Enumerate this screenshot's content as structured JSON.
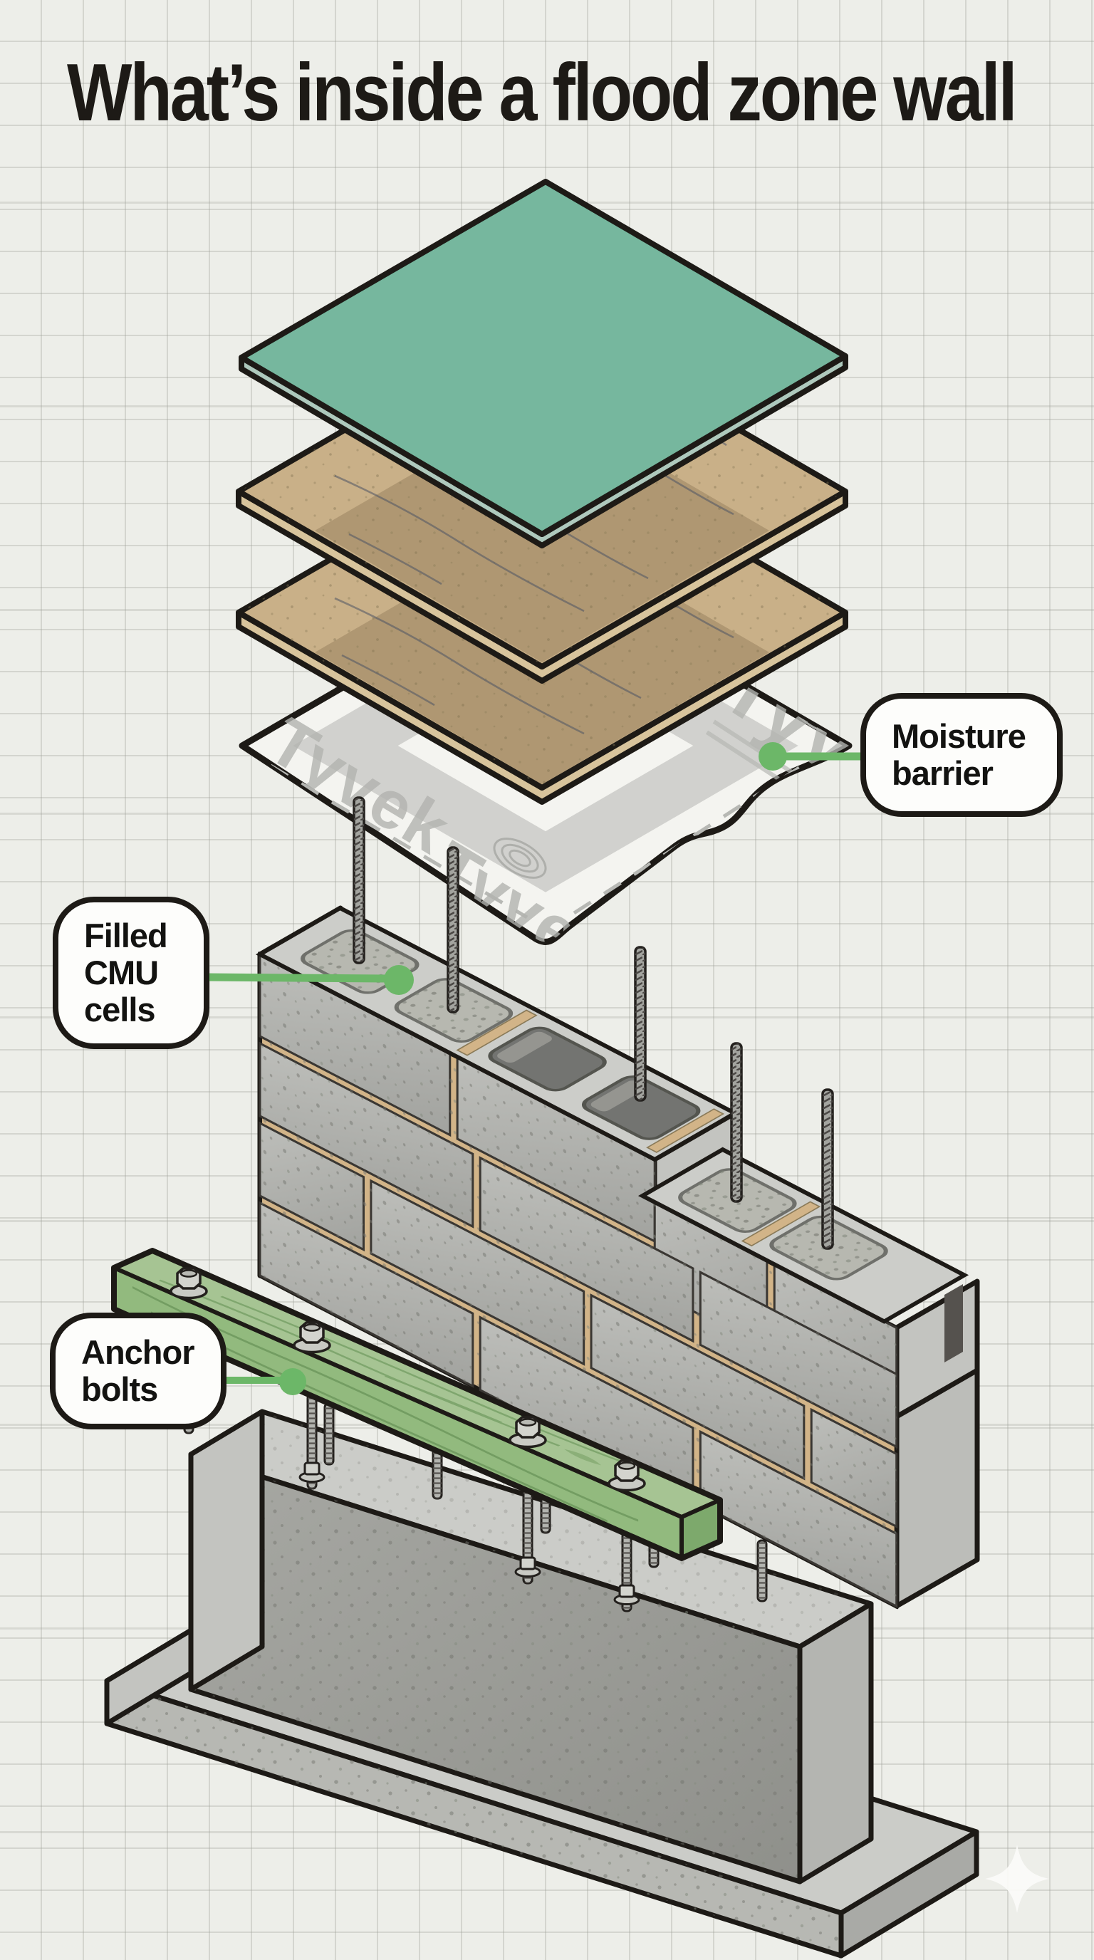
{
  "title": "What’s inside a flood zone wall",
  "labels": {
    "moisture": {
      "lines": [
        "Moisture",
        "barrier"
      ]
    },
    "cmu": {
      "lines": [
        "Filled",
        "CMU",
        "cells"
      ]
    },
    "anchor": {
      "lines": [
        "Anchor",
        "bolts"
      ]
    }
  },
  "tyvek": {
    "brand": "Tyvek"
  },
  "colors": {
    "paper": "#edeee9",
    "ink": "#1d1a16",
    "accent": "#6cb768",
    "teal": "#76b79e",
    "tealEdge": "#aec9bd",
    "woodTop": "#c9b088",
    "woodBand": "#a98f6c",
    "woodEdge": "#d8c49c",
    "mortar": "#d2b488",
    "blockFace": "#aeafab",
    "blockTop": "#cccdc9",
    "blockEnd": "#c3c4c0",
    "cellFill": "#b7b8b0",
    "cellEmpty": "#737471",
    "tyvekWhite": "#f4f4f0",
    "tyvekGray": "#b2b3af",
    "sillTop": "#a6c493",
    "sillFront": "#92ba7e",
    "sillEnd": "#7da96c",
    "concreteFront": "#9b9c97",
    "concreteTop": "#cbccc8",
    "metal": "#b3b4af",
    "labelBg": "#fdfdfb"
  }
}
